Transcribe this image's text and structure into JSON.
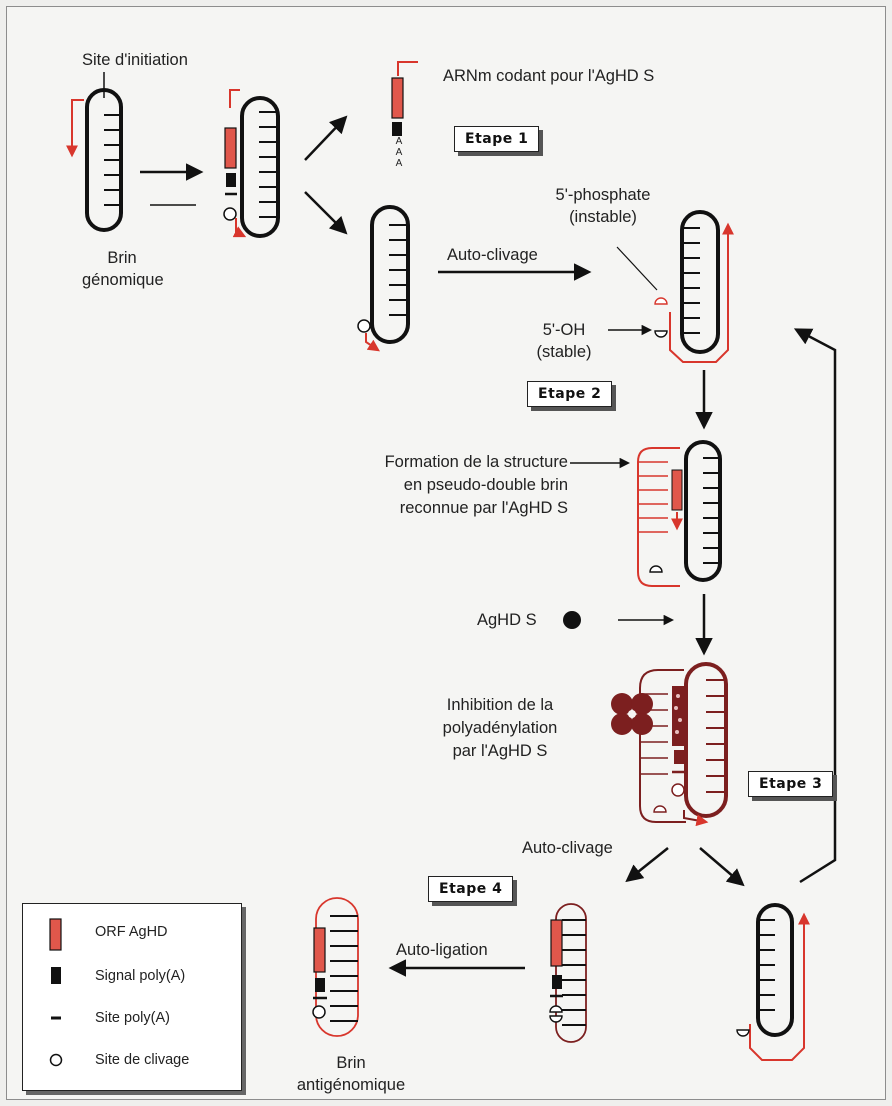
{
  "labels": {
    "initiation_site": "Site d'initiation",
    "genomic_strand": "Brin\ngénomique",
    "mrna": "ARNm codant pour l'AgHD S",
    "phosphate": "5'-phosphate\n(instable)",
    "autocleavage_1": "Auto-clivage",
    "oh": "5'-OH\n(stable)",
    "pseudo_double": "Formation de la structure\nen pseudo-double brin\nreconnue par l'AgHD S",
    "aghd_s": "AgHD S",
    "inhibition": "Inhibition de la\npolyadénylation\npar l'AgHD S",
    "autocleavage_2": "Auto-clivage",
    "autoligation": "Auto-ligation",
    "antigenomic_strand": "Brin\nantigénomique",
    "polya_tail": "A\nA\nA"
  },
  "stages": {
    "s1": "Etape 1",
    "s2": "Etape 2",
    "s3": "Etape 3",
    "s4": "Etape 4"
  },
  "legend": {
    "orf": "ORF AgHD",
    "polya_signal": "Signal poly(A)",
    "polya_site": "Site poly(A)",
    "cleavage_site": "Site de clivage"
  },
  "colors": {
    "rna_red": "#d8362c",
    "orf_fill": "#e0574b",
    "dark_red": "#7c1f1f",
    "ink": "#111111"
  }
}
